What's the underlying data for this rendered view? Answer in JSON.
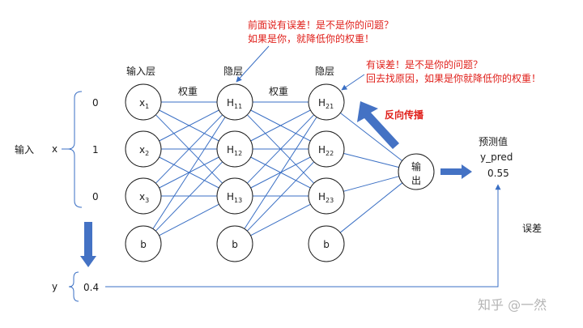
{
  "labels": {
    "input_layer": "输入层",
    "hidden_layer_1": "隐层",
    "hidden_layer_2": "隐层",
    "weights_1": "权重",
    "weights_2": "权重",
    "input": "输入",
    "x": "x",
    "y": "y",
    "prediction_title": "预测值",
    "prediction_var": "y_pred",
    "error": "误差",
    "backprop": "反向传播"
  },
  "values": {
    "x0": "0",
    "x1": "1",
    "x2": "0",
    "y": "0.4",
    "y_pred": "0.55"
  },
  "nodes": {
    "input": [
      {
        "main": "x",
        "sub": "1"
      },
      {
        "main": "x",
        "sub": "2"
      },
      {
        "main": "x",
        "sub": "3"
      },
      {
        "main": "b",
        "sub": ""
      }
    ],
    "hidden1": [
      {
        "main": "H",
        "sub": "11"
      },
      {
        "main": "H",
        "sub": "12"
      },
      {
        "main": "H",
        "sub": "13"
      },
      {
        "main": "b",
        "sub": ""
      }
    ],
    "hidden2": [
      {
        "main": "H",
        "sub": "21"
      },
      {
        "main": "H",
        "sub": "22"
      },
      {
        "main": "H",
        "sub": "23"
      },
      {
        "main": "b",
        "sub": ""
      }
    ],
    "output": {
      "line1": "输",
      "line2": "出"
    }
  },
  "annotations": {
    "top_line1": "前面说有误差！是不是你的问题？",
    "top_line2": "如果是你，就降低你的权重！",
    "right_line1": "有误差！是不是你的问题？",
    "right_line2": "回去找原因，如果是你就降低你的权重！"
  },
  "watermark": "知乎 @一然",
  "colors": {
    "edge": "#3a6fc4",
    "arrow": "#4472c4",
    "annotation": "#e0201b"
  }
}
